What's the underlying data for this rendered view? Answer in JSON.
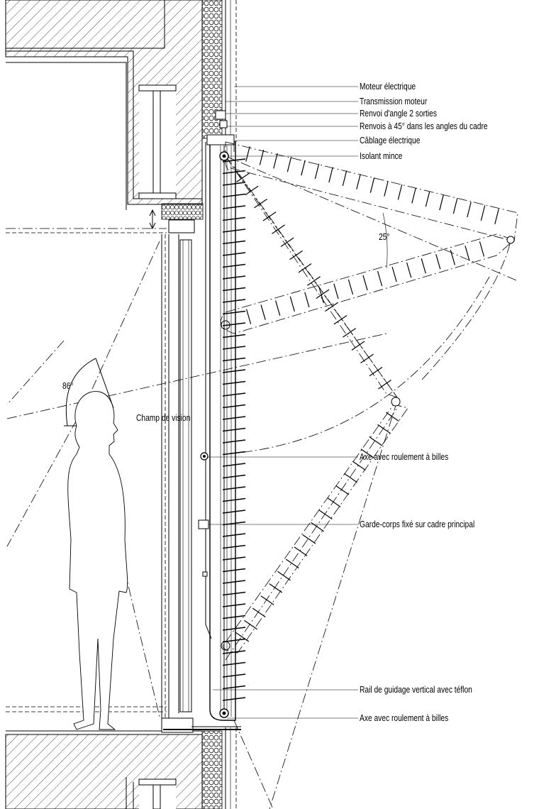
{
  "labels": {
    "motor": "Moteur électrique",
    "transmission": "Transmission moteur",
    "angle_gear": "Renvoi d'angle 2 sorties",
    "gear_45": "Renvois à 45° dans les angles du cadre",
    "cabling": "Câblage électrique",
    "insulation": "Isolant mince",
    "axis_mid": "Axe avec roulement à billes",
    "guardrail": "Garde-corps fixé sur cadre principal",
    "rail": "Rail de guidage vertical avec téflon",
    "axis_bottom": "Axe avec roulement à billes"
  },
  "annotations": {
    "vision_field": "Champ de vision",
    "vision_angle": "86°",
    "opening_angle": "25°"
  }
}
